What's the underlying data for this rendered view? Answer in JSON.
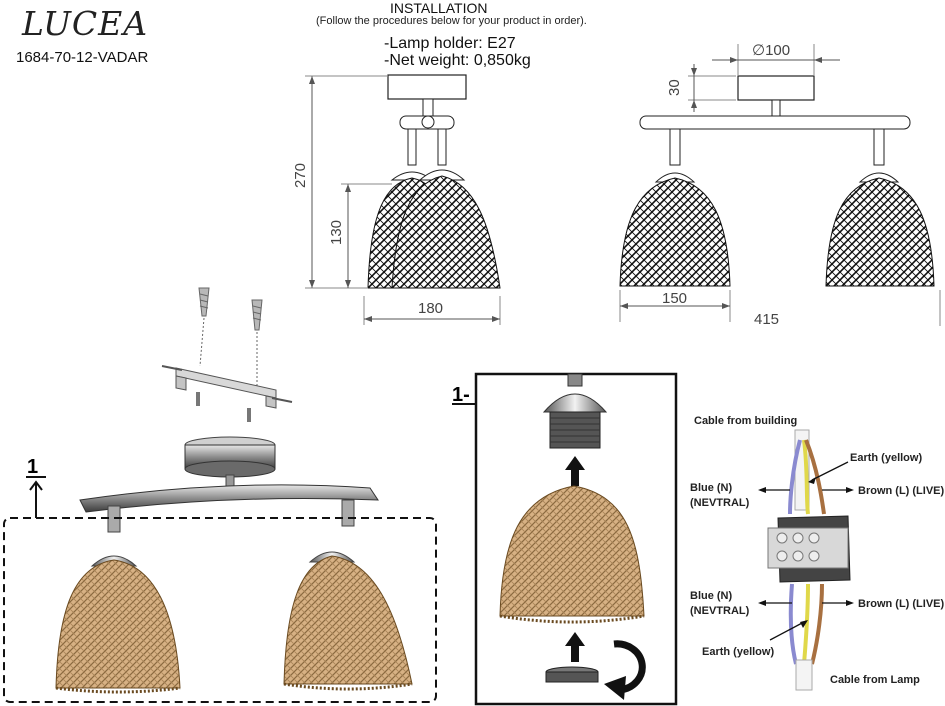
{
  "header": {
    "brand": "LUCEA",
    "model": "1684-70-12-VADAR",
    "installation_title": "INSTALLATION",
    "installation_note": "(Follow the procedures below for your product in order)."
  },
  "specs": {
    "lamp_holder": "-Lamp holder: E27",
    "net_weight": "-Net weight: 0,850kg"
  },
  "dimensions": {
    "height_total": "270",
    "shade_height": "130",
    "side_width": "180",
    "base_diameter": "∅100",
    "base_height": "30",
    "shade_width": "150",
    "total_width": "415"
  },
  "steps": {
    "step1_left": "1",
    "step1_box": "1-"
  },
  "wiring": {
    "cable_from_building": "Cable from building",
    "earth_top": "Earth (yellow)",
    "blue_top_1": "Blue (N)",
    "blue_top_2": "(NEVTRAL)",
    "brown_top": "Brown (L) (LIVE)",
    "blue_bottom_1": "Blue (N)",
    "blue_bottom_2": "(NEVTRAL)",
    "brown_bottom": "Brown (L) (LIVE)",
    "earth_bottom": "Earth (yellow)",
    "cable_from_lamp": "Cable from Lamp"
  },
  "colors": {
    "wicker": "#c9a070",
    "wicker_dark": "#8a6a40",
    "metal": "#9a9a9a",
    "blue_wire": "#8a8ad0",
    "brown_wire": "#a87040",
    "yellow_wire": "#e0d84a"
  }
}
